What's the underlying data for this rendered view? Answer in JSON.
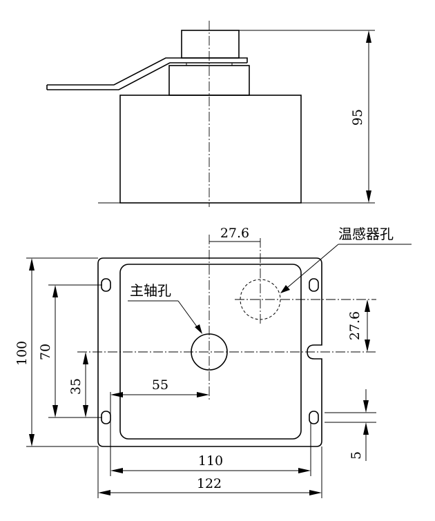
{
  "dimensions": {
    "height_total": "95",
    "sensor_offset_x": "27.6",
    "sensor_offset_y": "27.6",
    "outer_height": "100",
    "hole_spacing_v": "70",
    "spindle_height": "35",
    "spindle_offset_x": "55",
    "slot_width": "5",
    "inner_width": "110",
    "outer_width": "122"
  },
  "labels": {
    "sensor_hole": "温感器孔",
    "spindle_hole": "主轴孔"
  }
}
